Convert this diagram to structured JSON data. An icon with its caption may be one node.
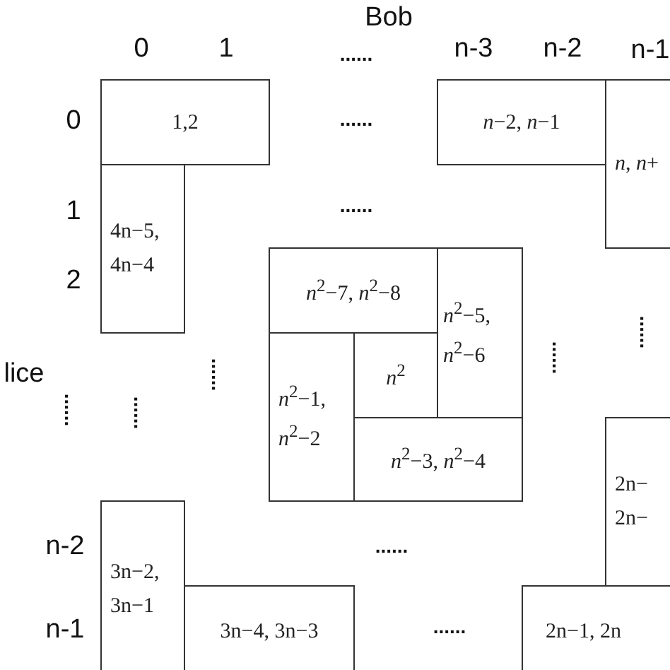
{
  "diagram": {
    "nodes": [
      {
        "text": [
          "1,2"
        ]
      },
      {
        "text": [
          "*n*−2, *n*−1"
        ]
      },
      {
        "text": [
          "*n*, *n*+"
        ]
      },
      {
        "text": [
          "4n−5, 4n−4"
        ]
      },
      {
        "text": [
          "*n*$^{2}$−7, *n*$^{2}$−8"
        ]
      },
      {
        "text": [
          "*n*$^{2}$−5, *n*$^{2}$−6"
        ]
      },
      {
        "text": [
          "*n*$^{2}$−1, *n*$^{2}$−2"
        ]
      },
      {
        "text": [
          "*n*$^{2}$"
        ]
      },
      {
        "text": [
          "*n*$^{2}$−3, *n*$^{2}$−4"
        ]
      },
      {
        "text": [
          "2n− 2n−"
        ]
      },
      {
        "text": [
          "3n−2, 3n−1"
        ]
      },
      {
        "text": [
          "3n−4, 3n−3"
        ]
      },
      {
        "text": [
          "2n−1, 2n"
        ]
      }
    ],
    "labels": [
      "Bob",
      "0",
      "1",
      "......",
      "n-3",
      "n-2",
      "n-1",
      "0",
      "......",
      "1",
      "......",
      "2",
      "......",
      "......",
      "......",
      "lice",
      "......",
      "......",
      "......",
      "n-2",
      "n-1",
      "......"
    ]
  }
}
